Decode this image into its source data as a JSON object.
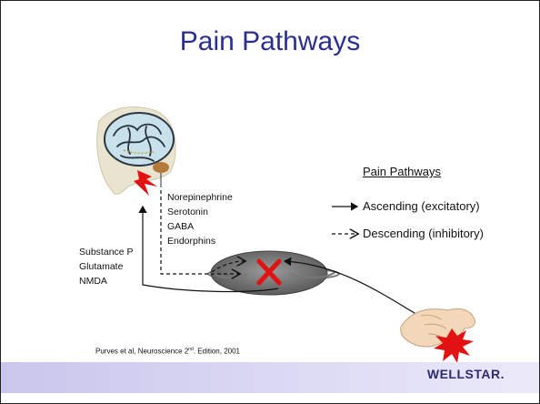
{
  "slide": {
    "title": "Pain Pathways",
    "ascending_transmitters": [
      "Substance P",
      "Glutamate",
      "NMDA"
    ],
    "descending_transmitters": [
      "Norepinephrine",
      "Serotonin",
      "GABA",
      "Endorphins"
    ],
    "legend": {
      "title": "Pain Pathways",
      "items": [
        {
          "label": "Ascending (excitatory)",
          "line_style": "solid"
        },
        {
          "label": "Descending (inhibitory)",
          "line_style": "dashed"
        }
      ]
    },
    "citation": {
      "prefix": "Purves et al, Neuroscience 2",
      "superscript": "nd",
      "suffix": ". Edition, 2001"
    },
    "logo_text": "WELLSTAR.",
    "colors": {
      "title": "#2b2f8f",
      "footer_band": "#d4d0f1",
      "lightning": "#e31212",
      "cross": "#e31212",
      "spinal_cord": "#777777"
    },
    "icons": [
      "brain-head-icon",
      "lightning-bolt-icon",
      "spinal-cord-icon",
      "red-x-icon",
      "hand-icon",
      "pain-star-icon"
    ]
  }
}
